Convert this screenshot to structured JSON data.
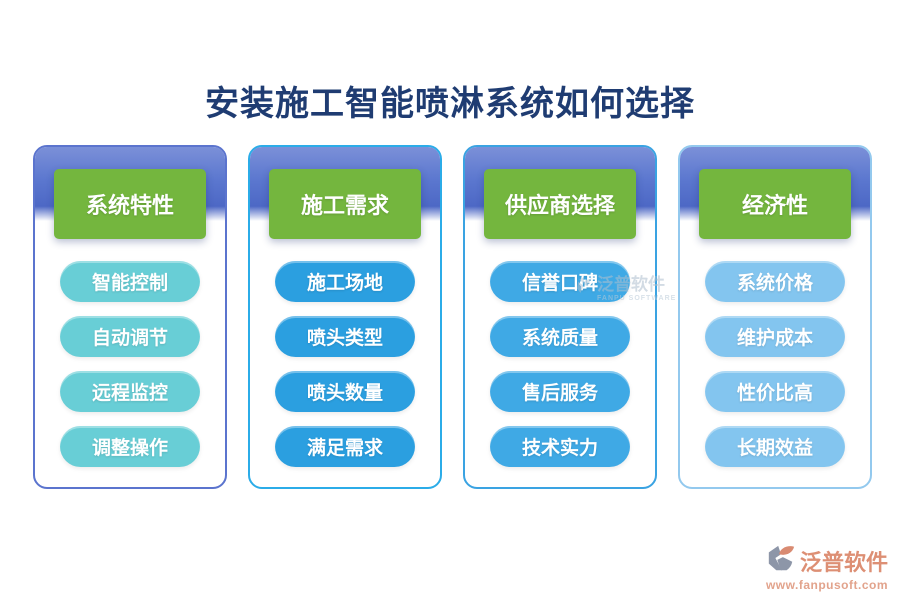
{
  "title": "安装施工智能喷淋系统如何选择",
  "title_color": "#1f3c72",
  "band_gradient": {
    "top": "#7b90d8",
    "bottom": "#4d68c5"
  },
  "header_bg_color": "#74b63e",
  "columns": [
    {
      "title": "系统特性",
      "items": [
        "智能控制",
        "自动调节",
        "远程监控",
        "调整操作"
      ],
      "pill_color": "#68ced6",
      "border_color": "#5b74ce"
    },
    {
      "title": "施工需求",
      "items": [
        "施工场地",
        "喷头类型",
        "喷头数量",
        "满足需求"
      ],
      "pill_color": "#2b9fe0",
      "border_color": "#2bace8"
    },
    {
      "title": "供应商选择",
      "items": [
        "信誉口碑",
        "系统质量",
        "售后服务",
        "技术实力"
      ],
      "pill_color": "#3fa9e5",
      "border_color": "#3aa3e2"
    },
    {
      "title": "经济性",
      "items": [
        "系统价格",
        "维护成本",
        "性价比高",
        "长期效益"
      ],
      "pill_color": "#83c5ef",
      "border_color": "#93c9ee"
    }
  ],
  "center_watermark": {
    "text": "泛普软件",
    "subtext": "FANPU SOFTWARE"
  },
  "footer": {
    "brand": "泛普软件",
    "url": "www.fanpusoft.com",
    "brand_color": "#dd8f74",
    "url_color": "#e2a38c",
    "icon_gray": "#8d96a8",
    "icon_salmon": "#d98b72"
  }
}
